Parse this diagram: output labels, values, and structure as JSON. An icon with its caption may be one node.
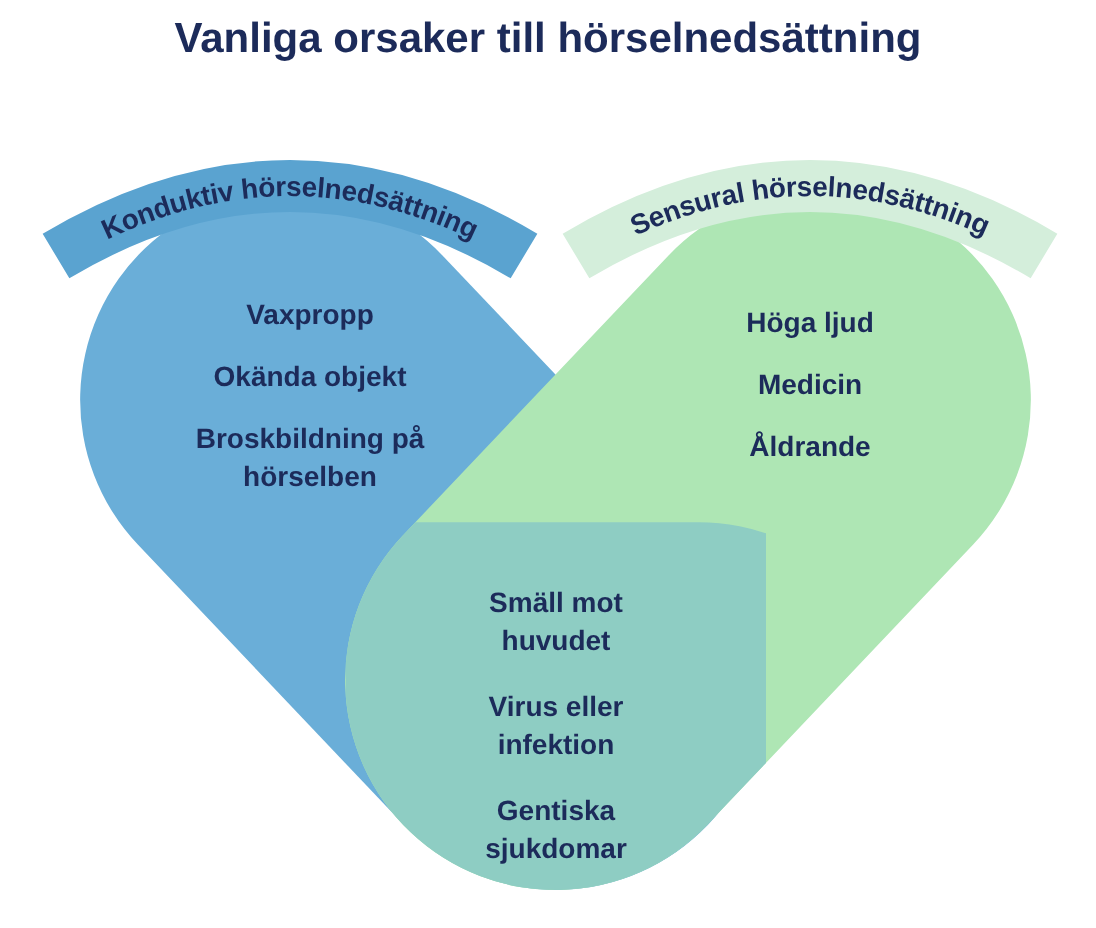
{
  "diagram": {
    "title": "Vanliga orsaker till hörselnedsättning",
    "nodes": [
      {
        "text": [
          "Konduktiv hörselnedsättning",
          "Vaxpropp",
          "Okända objekt",
          "Broskbildning på hörselben"
        ]
      },
      {
        "text": [
          "Sensural hörselnedsättning",
          "Höga ljud",
          "Medicin",
          "Åldrande"
        ]
      },
      {
        "text": [
          "Smäll mot huvudet",
          "Virus eller infektion",
          "Gentiska sjukdomar"
        ]
      }
    ],
    "edges": []
  }
}
